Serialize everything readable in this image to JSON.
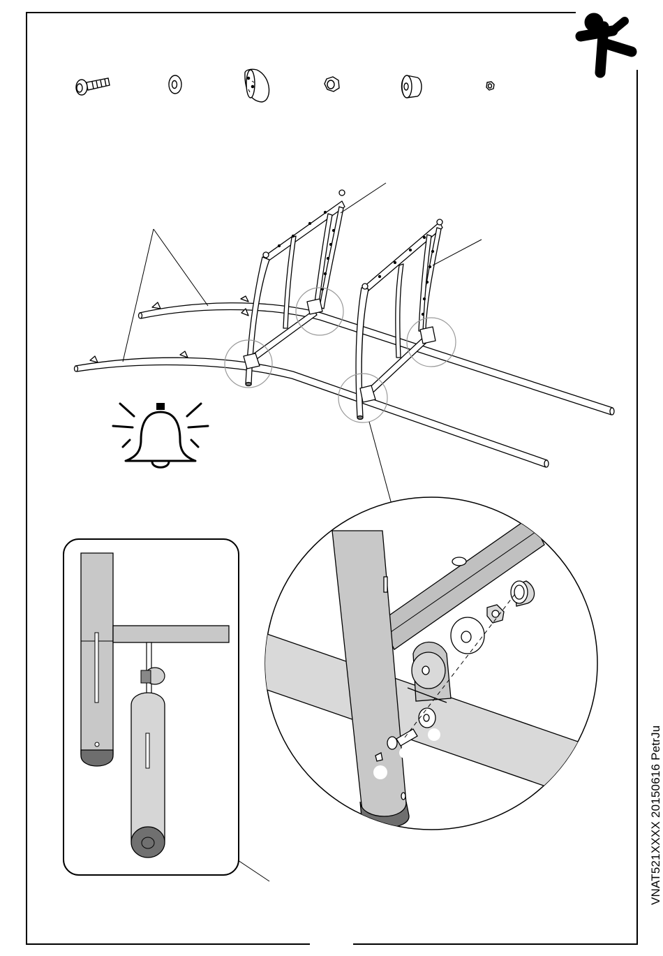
{
  "document": {
    "vertical_code": "VNAT521XXXX  20150616  PetrJu"
  },
  "colors": {
    "frame": "#000000",
    "tube_fill": "#c8c8c8",
    "tube_fill_light": "#d9d9d9",
    "cap_fill": "#707070",
    "background": "#ffffff"
  },
  "icons": {
    "logo": "jumping-figure-logo",
    "attention": "alarm-bell-icon"
  },
  "hardware_parts": [
    "bolt",
    "washer",
    "dome-cap",
    "nut",
    "round-cap",
    "small-nut"
  ]
}
